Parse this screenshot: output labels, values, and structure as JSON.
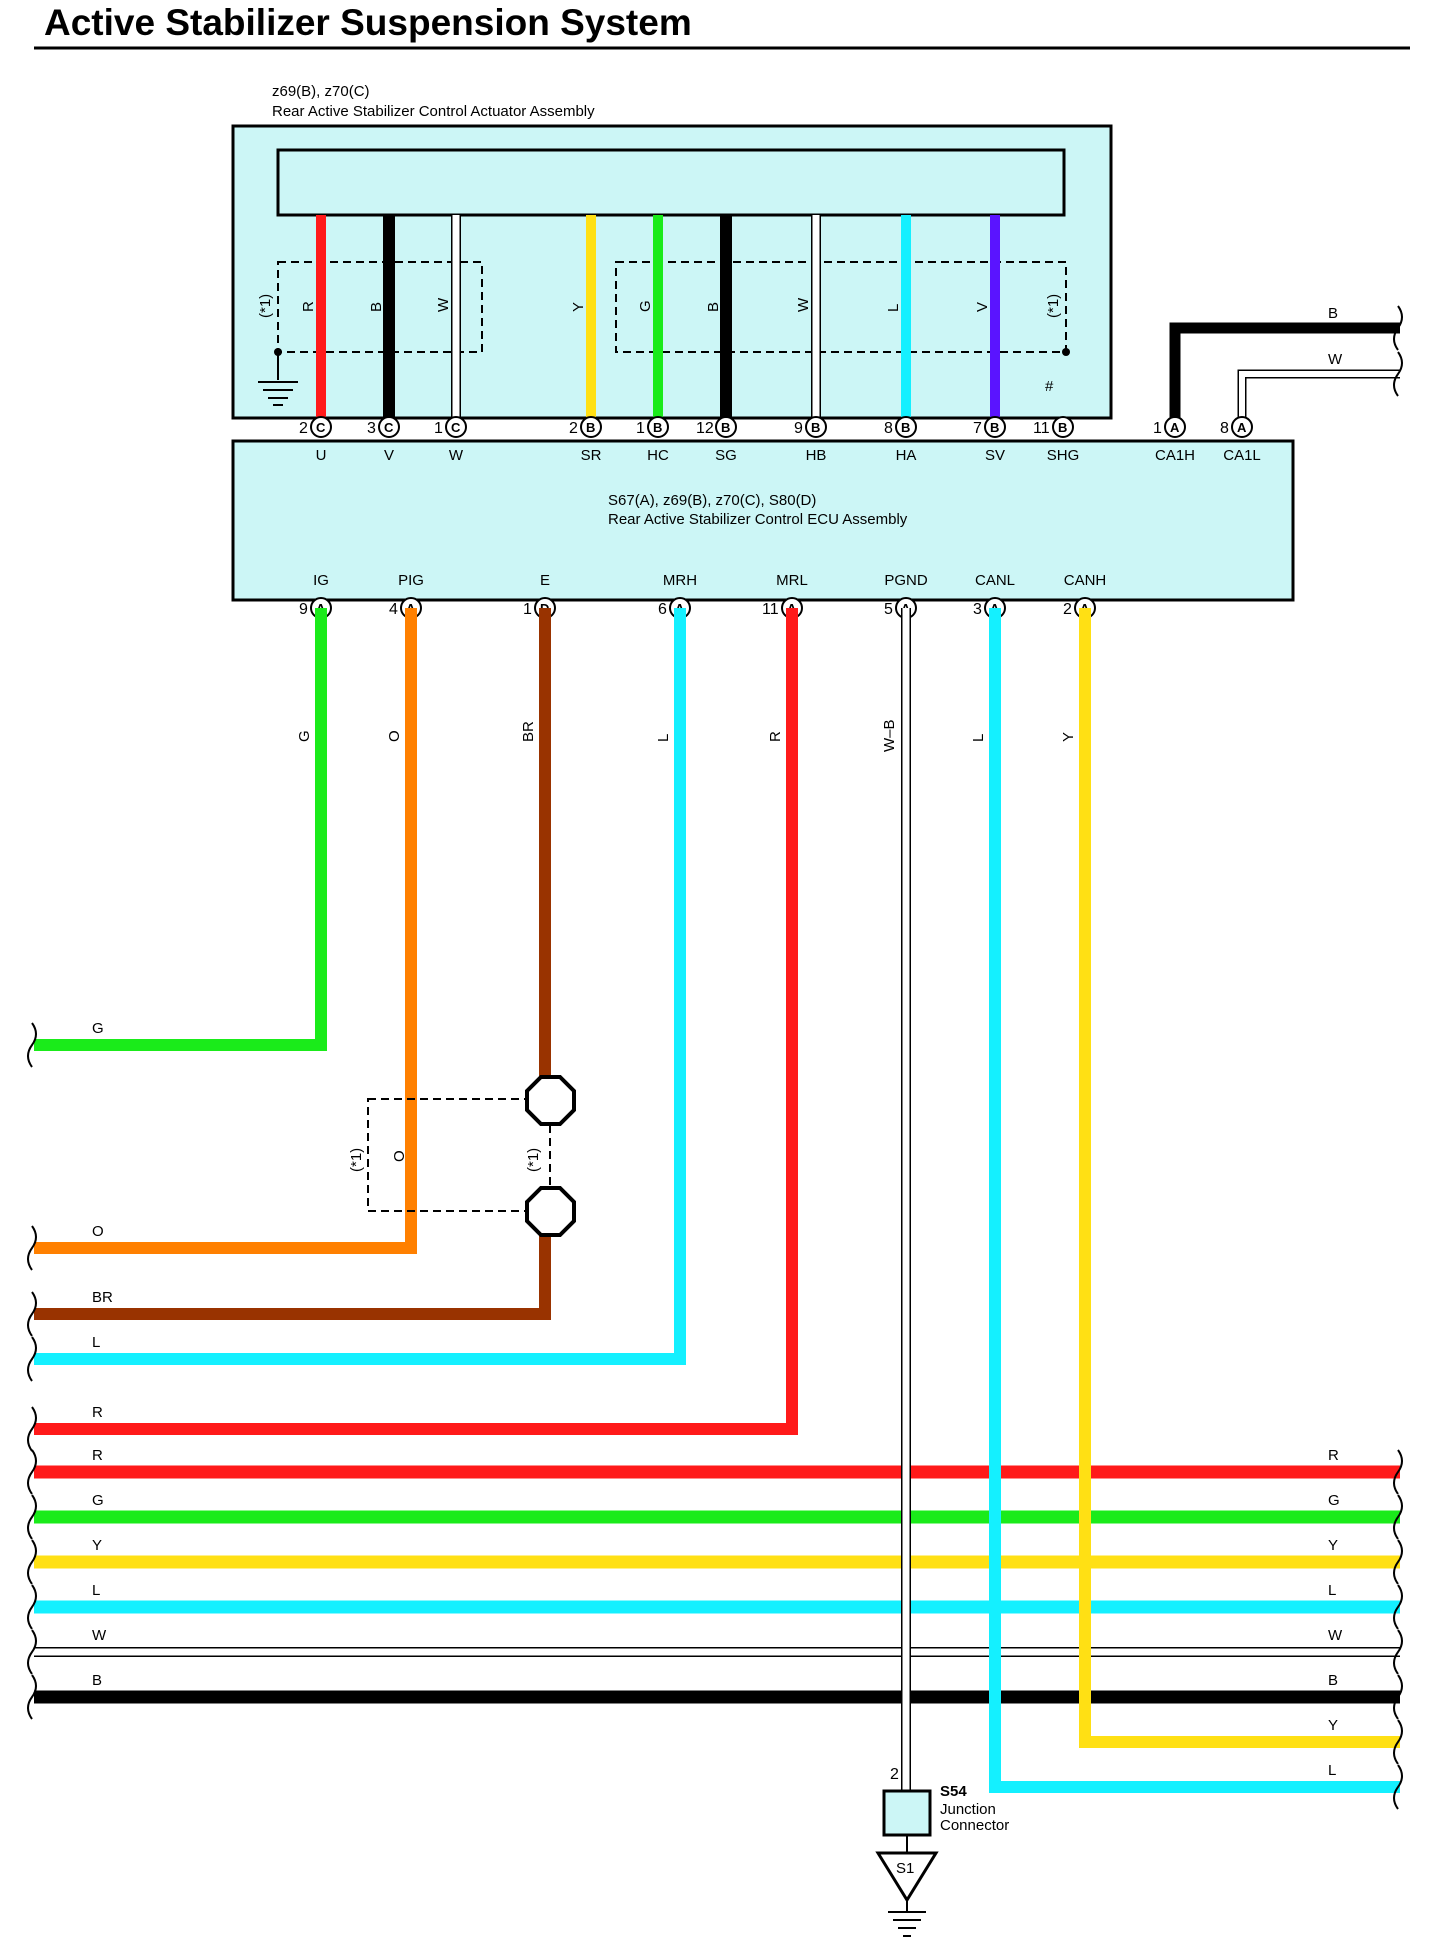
{
  "title": "Active Stabilizer Suspension System",
  "actuator": {
    "connectors": "z69(B), z70(C)",
    "name": "Rear Active Stabilizer Control Actuator Assembly",
    "shield_note": "(*1)",
    "shield_mark": "#"
  },
  "ecu": {
    "connectors": "S67(A), z69(B), z70(C), S80(D)",
    "name": "Rear Active Stabilizer Control ECU Assembly"
  },
  "top_pins": [
    {
      "terminal": "U",
      "pin": "2",
      "conn": "C",
      "wire": "R",
      "color": "#ff1a1a"
    },
    {
      "terminal": "V",
      "pin": "3",
      "conn": "C",
      "wire": "B",
      "color": "#000000"
    },
    {
      "terminal": "W",
      "pin": "1",
      "conn": "C",
      "wire": "W",
      "color": "#ffffff"
    },
    {
      "terminal": "SR",
      "pin": "2",
      "conn": "B",
      "wire": "Y",
      "color": "#ffe014"
    },
    {
      "terminal": "HC",
      "pin": "1",
      "conn": "B",
      "wire": "G",
      "color": "#1aeb1a"
    },
    {
      "terminal": "SG",
      "pin": "12",
      "conn": "B",
      "wire": "B",
      "color": "#000000"
    },
    {
      "terminal": "HB",
      "pin": "9",
      "conn": "B",
      "wire": "W",
      "color": "#ffffff"
    },
    {
      "terminal": "HA",
      "pin": "8",
      "conn": "B",
      "wire": "L",
      "color": "#14f0ff"
    },
    {
      "terminal": "SV",
      "pin": "7",
      "conn": "B",
      "wire": "V",
      "color": "#5a14ff"
    },
    {
      "terminal": "SHG",
      "pin": "11",
      "conn": "B",
      "wire": "",
      "color": ""
    },
    {
      "terminal": "CA1H",
      "pin": "1",
      "conn": "A",
      "wire": "B",
      "color": "#000000"
    },
    {
      "terminal": "CA1L",
      "pin": "8",
      "conn": "A",
      "wire": "W",
      "color": "#ffffff"
    }
  ],
  "bottom_pins": [
    {
      "terminal": "IG",
      "pin": "9",
      "conn": "A",
      "wire": "G",
      "color": "#1aeb1a"
    },
    {
      "terminal": "PIG",
      "pin": "4",
      "conn": "A",
      "wire": "O",
      "color": "#ff8000"
    },
    {
      "terminal": "E",
      "pin": "1",
      "conn": "D",
      "wire": "BR",
      "color": "#993300"
    },
    {
      "terminal": "MRH",
      "pin": "6",
      "conn": "A",
      "wire": "L",
      "color": "#14f0ff"
    },
    {
      "terminal": "MRL",
      "pin": "11",
      "conn": "A",
      "wire": "R",
      "color": "#ff1a1a"
    },
    {
      "terminal": "PGND",
      "pin": "5",
      "conn": "A",
      "wire": "W–B",
      "color": "#ffffff"
    },
    {
      "terminal": "CANL",
      "pin": "3",
      "conn": "A",
      "wire": "L",
      "color": "#14f0ff"
    },
    {
      "terminal": "CANH",
      "pin": "2",
      "conn": "A",
      "wire": "Y",
      "color": "#ffe014"
    }
  ],
  "splice_note": "(*1)",
  "splice_wire": "O",
  "left_wires": [
    {
      "label": "G",
      "color": "#1aeb1a"
    },
    {
      "label": "O",
      "color": "#ff8000"
    },
    {
      "label": "BR",
      "color": "#993300"
    },
    {
      "label": "L",
      "color": "#14f0ff"
    },
    {
      "label": "R",
      "color": "#ff1a1a"
    }
  ],
  "bus_wires": [
    {
      "label": "R",
      "color": "#ff1a1a"
    },
    {
      "label": "G",
      "color": "#1aeb1a"
    },
    {
      "label": "Y",
      "color": "#ffe014"
    },
    {
      "label": "L",
      "color": "#14f0ff"
    },
    {
      "label": "W",
      "color": "#ffffff"
    },
    {
      "label": "B",
      "color": "#000000"
    }
  ],
  "right_wires": [
    {
      "label": "B"
    },
    {
      "label": "W"
    },
    {
      "label": "Y"
    },
    {
      "label": "L"
    }
  ],
  "junction": {
    "pin": "2",
    "id": "S54",
    "line1": "Junction",
    "line2": "Connector",
    "ground": "S1"
  }
}
